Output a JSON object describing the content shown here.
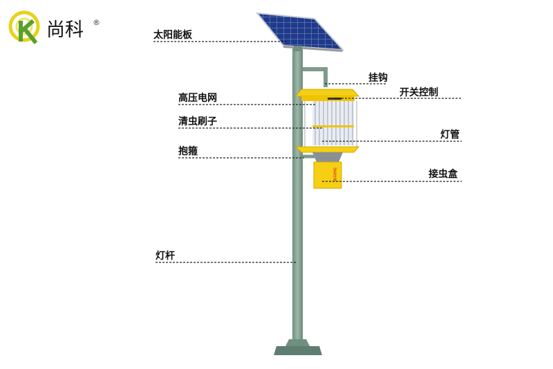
{
  "brand": {
    "name": "尚科",
    "registered": "®"
  },
  "labels": {
    "solar_panel": "太阳能板",
    "hook": "挂钩",
    "switch_control": "开关控制",
    "high_voltage_grid": "高压电网",
    "cleaning_brush": "清虫刷子",
    "lamp_tube": "灯管",
    "clamp": "抱箍",
    "insect_box": "接虫盒",
    "pole": "灯杆"
  },
  "box_text": "绿色环保",
  "colors": {
    "lamp_yellow": "#f5cf14",
    "pole": "#7d9b8c",
    "logo_green": "#5aa02c",
    "logo_yellow": "#e8d21c"
  }
}
